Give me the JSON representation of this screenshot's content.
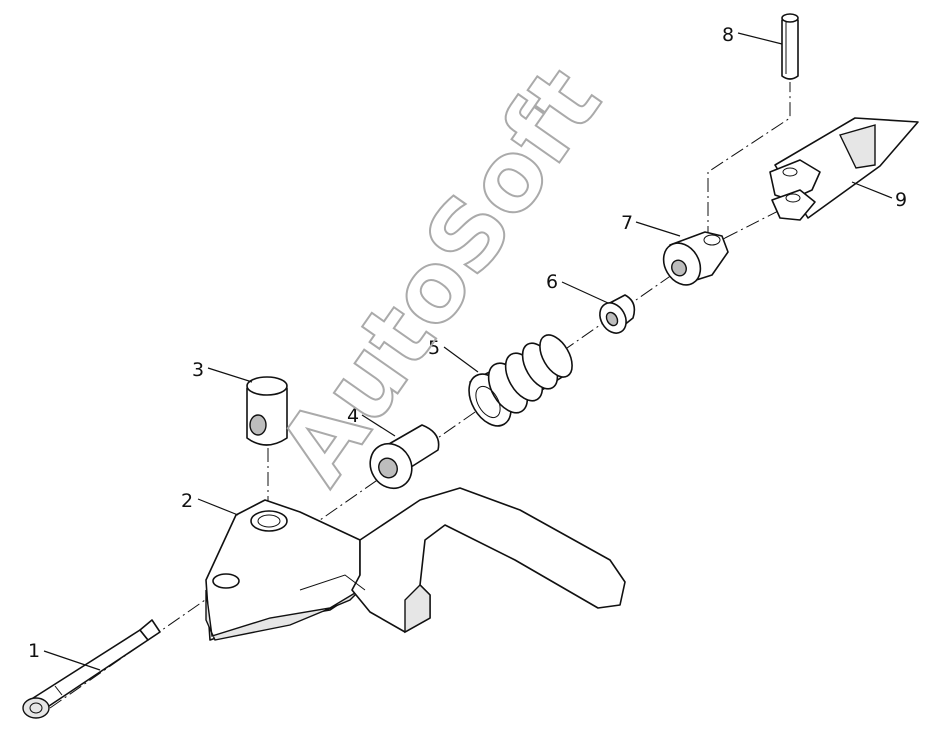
{
  "watermark": "AutoSoft",
  "parts": [
    {
      "number": "1"
    },
    {
      "number": "2"
    },
    {
      "number": "3"
    },
    {
      "number": "4"
    },
    {
      "number": "5"
    },
    {
      "number": "6"
    },
    {
      "number": "7"
    },
    {
      "number": "8"
    },
    {
      "number": "9"
    }
  ]
}
